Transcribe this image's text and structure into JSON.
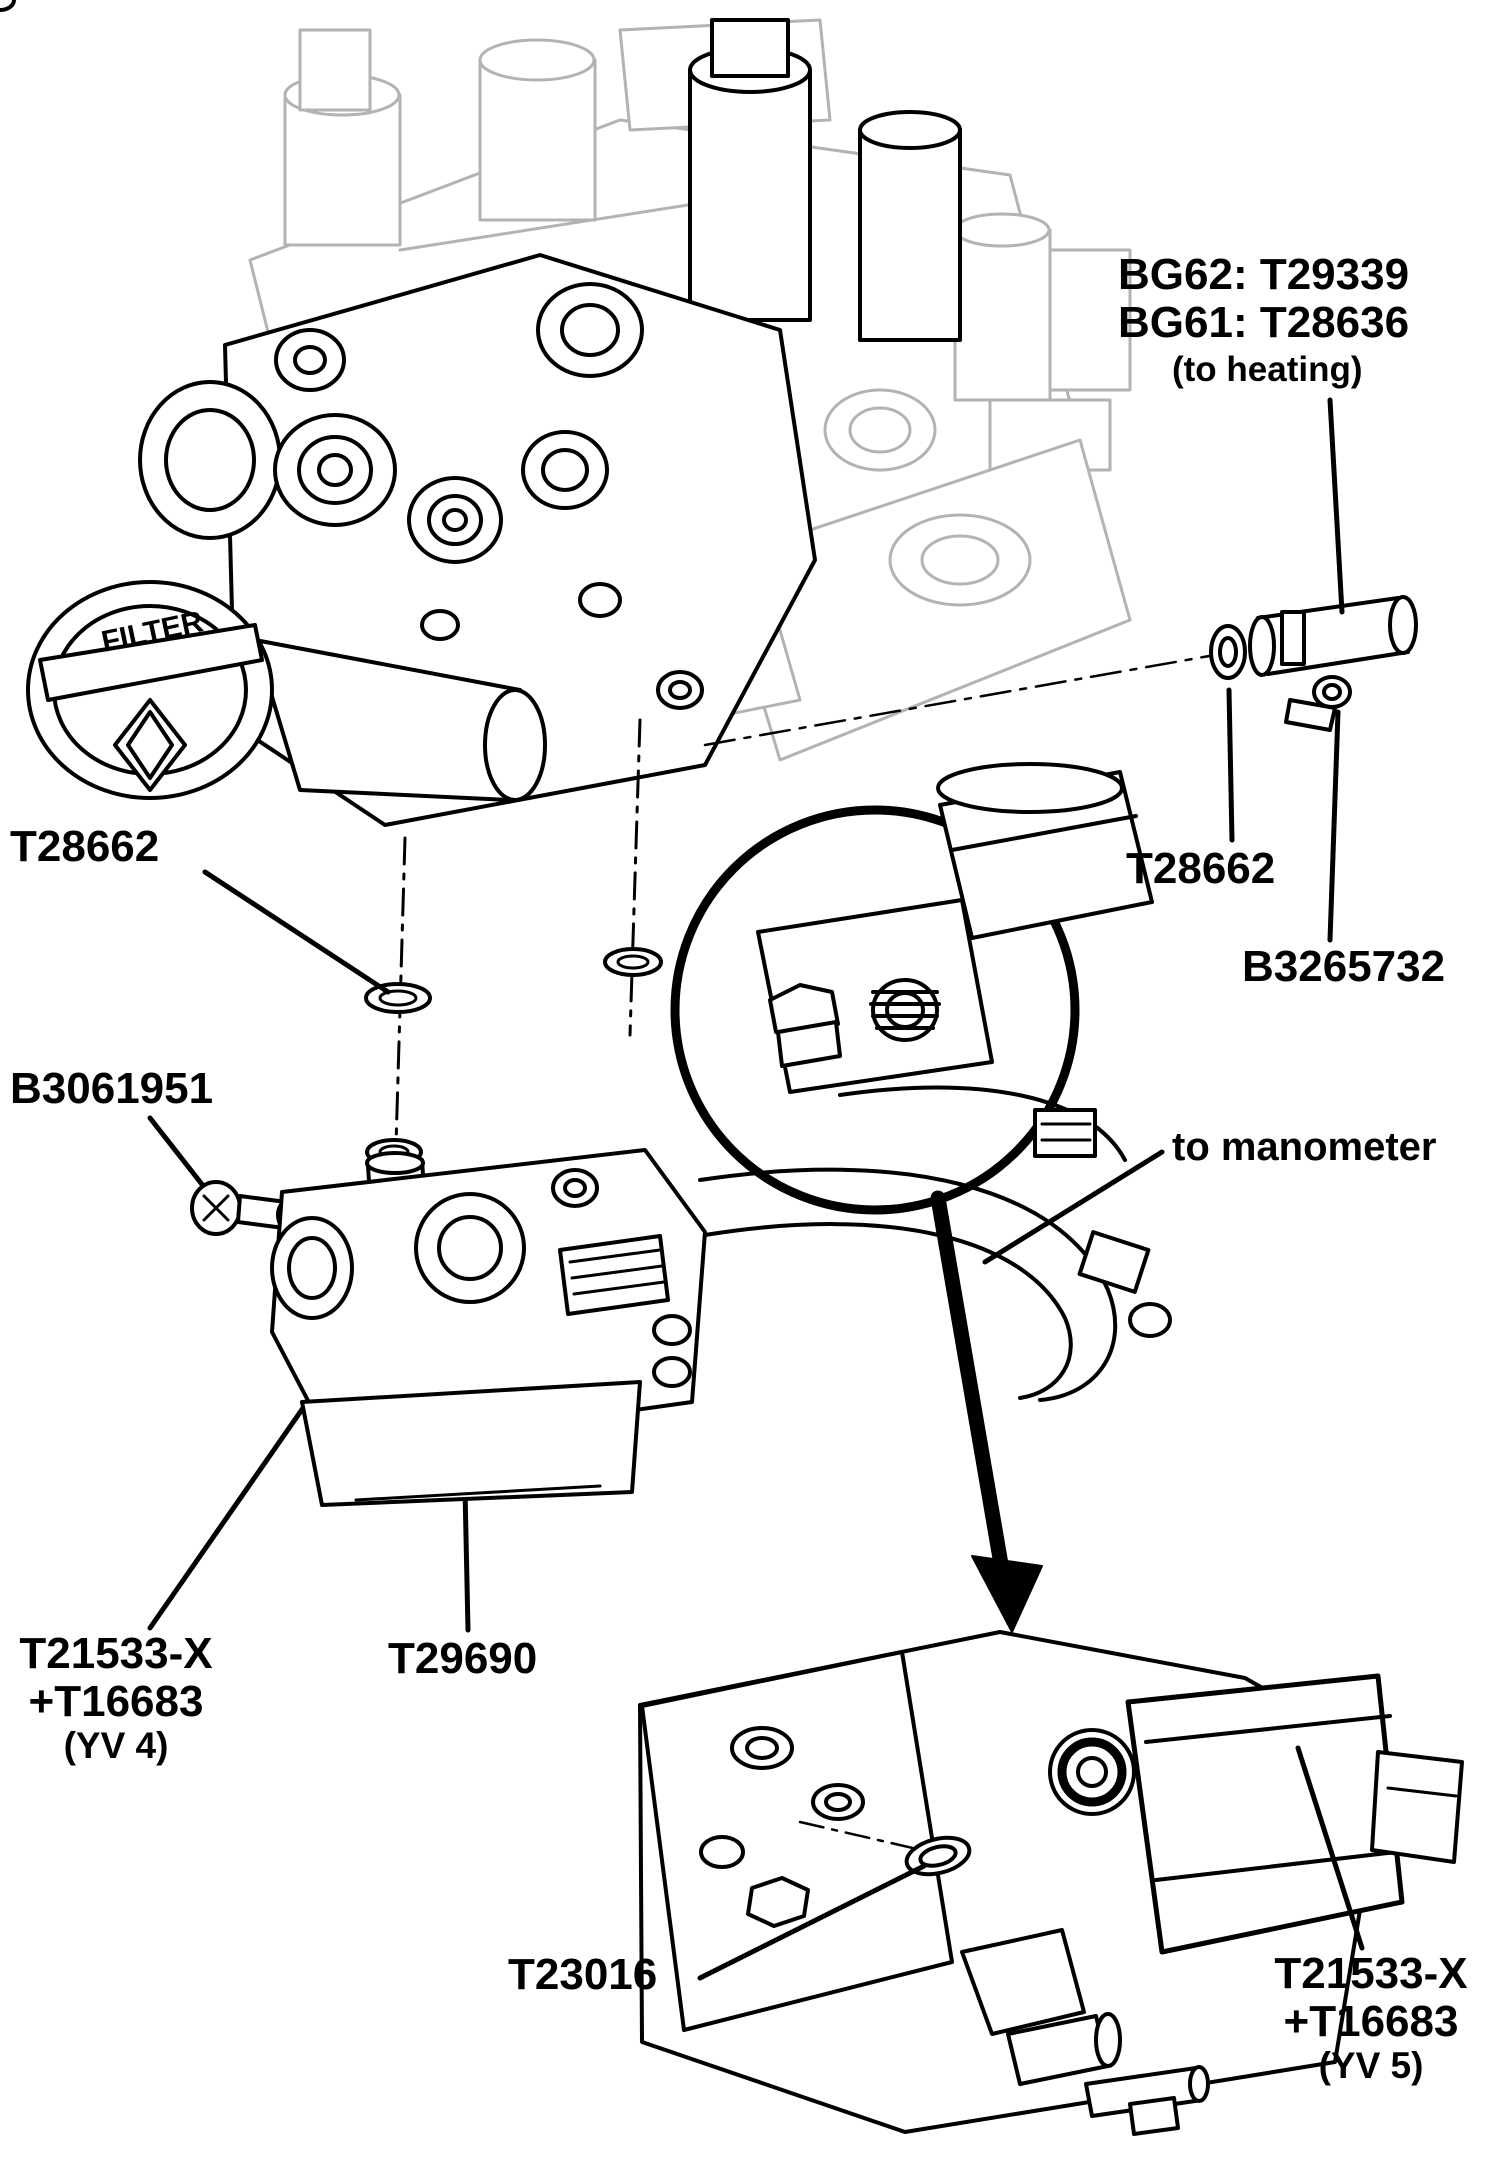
{
  "diagram_title": "solenoid-valve-block-parts-diagram",
  "labels": {
    "fitting_heating_line1": "BG62: T29339",
    "fitting_heating_line2": "BG61: T28636",
    "fitting_heating_note": "(to heating)",
    "oring_left": "T28662",
    "oring_right": "T28662",
    "screw_right": "B3265732",
    "screw_left": "B3061951",
    "manometer_note": "to manometer",
    "valve_yv4_line1": "T21533-X",
    "valve_yv4_line2": "+T16683",
    "valve_yv4_line3": "(YV 4)",
    "block_part": "T29690",
    "oring_detail": "T23016",
    "valve_yv5_line1": "T21533-X",
    "valve_yv5_line2": "+T16683",
    "valve_yv5_line3": "(YV 5)",
    "filter_cap": "FILTER"
  },
  "colors": {
    "foreground_line": "#000000",
    "background_line": "#b3b3b3"
  }
}
